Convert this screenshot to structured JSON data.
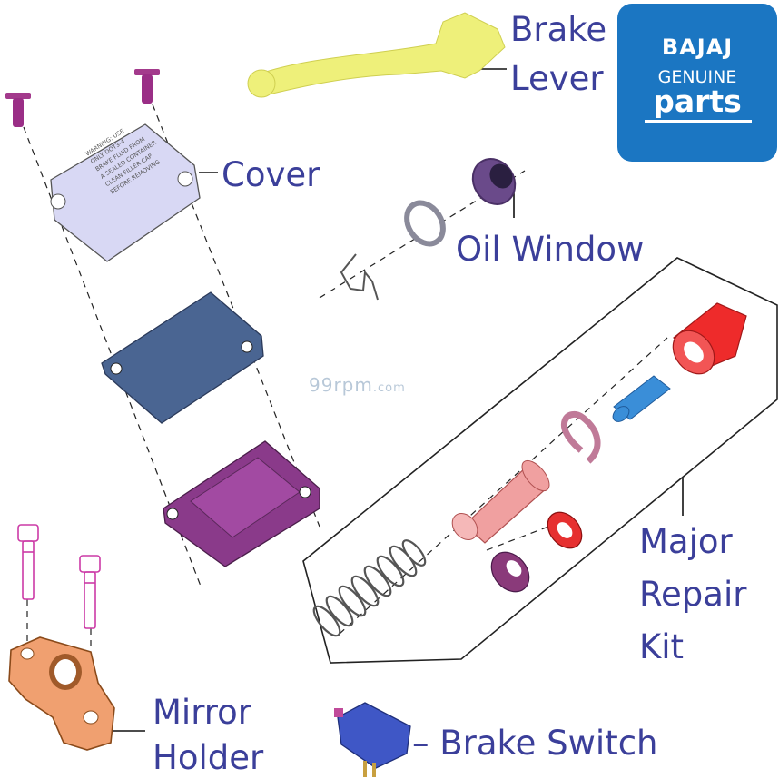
{
  "labels": {
    "brake_lever_1": "Brake",
    "brake_lever_2": "Lever",
    "cover": "Cover",
    "oil_window": "Oil Window",
    "major_1": "Major",
    "major_2": "Repair",
    "major_3": "Kit",
    "mirror_1": "Mirror",
    "mirror_2": "Holder",
    "brake_switch": "– Brake Switch"
  },
  "logo": {
    "brand": "BAJAJ",
    "line2": "GENUINE",
    "line3": "parts"
  },
  "watermark": {
    "main": "99rpm",
    "suffix": ".com"
  },
  "cover_text": [
    "WARNING: USE",
    "ONLY DOT3-4",
    "BRAKE FLUID FROM",
    "A SEALED CONTAINER",
    "CLEAN FILLER CAP",
    "BEFORE REMOVING"
  ],
  "colors": {
    "label": "#3b3f9a",
    "logo_bg": "#1b76c2",
    "lever": "#eef07a",
    "cover": "#d8d8f4",
    "diaphragm": "#4a6592",
    "gasket": "#8a3a8a",
    "cup": "#ee2b2b",
    "pushrod": "#3a8ed8",
    "piston": "#f0a0a0",
    "holder": "#f0a070",
    "switch": "#3f57c6"
  }
}
